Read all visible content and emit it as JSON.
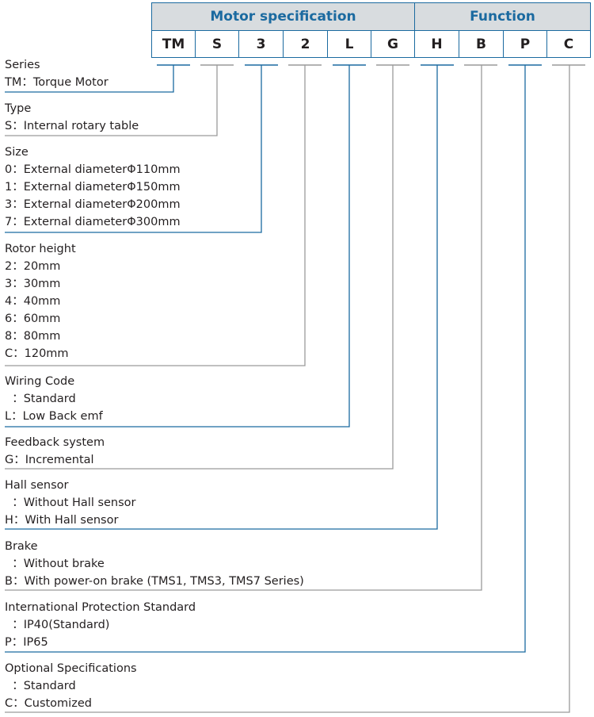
{
  "header": {
    "motor_spec": "Motor specification",
    "function": "Function"
  },
  "codes": [
    "TM",
    "S",
    "3",
    "2",
    "L",
    "G",
    "H",
    "B",
    "P",
    "C"
  ],
  "colors": {
    "accent": "#1b6aa0",
    "inactive": "#9a9a9a",
    "header_bg": "#d8dcdf"
  },
  "sections": [
    {
      "title": "Series",
      "options": [
        "TM：Torque Motor"
      ]
    },
    {
      "title": "Type",
      "options": [
        "S：Internal rotary table"
      ]
    },
    {
      "title": "Size",
      "options": [
        "0：External diameterΦ110mm",
        "1：External diameterΦ150mm",
        "3：External diameterΦ200mm",
        "7：External diameterΦ300mm"
      ]
    },
    {
      "title": "Rotor height",
      "options": [
        "2：20mm",
        "3：30mm",
        "4：40mm",
        "6：60mm",
        "8：80mm",
        "C：120mm"
      ]
    },
    {
      "title": "Wiring Code",
      "options": [
        "  ：Standard",
        "L：Low Back emf"
      ]
    },
    {
      "title": "Feedback system",
      "options": [
        "G：Incremental"
      ]
    },
    {
      "title": "Hall sensor",
      "options": [
        "  ：Without Hall sensor",
        "H：With Hall sensor"
      ]
    },
    {
      "title": "Brake",
      "options": [
        "  ：Without brake",
        "B：With power-on brake (TMS1, TMS3, TMS7 Series)"
      ]
    },
    {
      "title": "International Protection Standard",
      "options": [
        "  ：IP40(Standard)",
        "P：IP65"
      ]
    },
    {
      "title": "Optional Specifications",
      "options": [
        "  ：Standard",
        "C：Customized"
      ]
    }
  ]
}
